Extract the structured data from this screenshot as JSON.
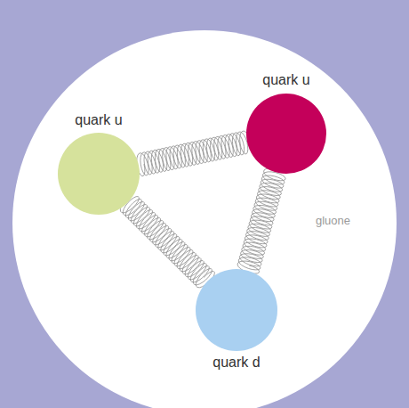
{
  "diagram": {
    "nodes": [
      {
        "text": [
          "quark u"
        ]
      },
      {
        "text": [
          "quark u"
        ]
      },
      {
        "text": [
          "quark d"
        ]
      }
    ],
    "edges": [
      {
        "from": 0,
        "to": 1,
        "arrow": "none"
      },
      {
        "from": 0,
        "to": 2,
        "arrow": "none"
      },
      {
        "from": 1,
        "to": 2,
        "arrow": "none"
      }
    ],
    "labels": [
      "gluone"
    ]
  }
}
